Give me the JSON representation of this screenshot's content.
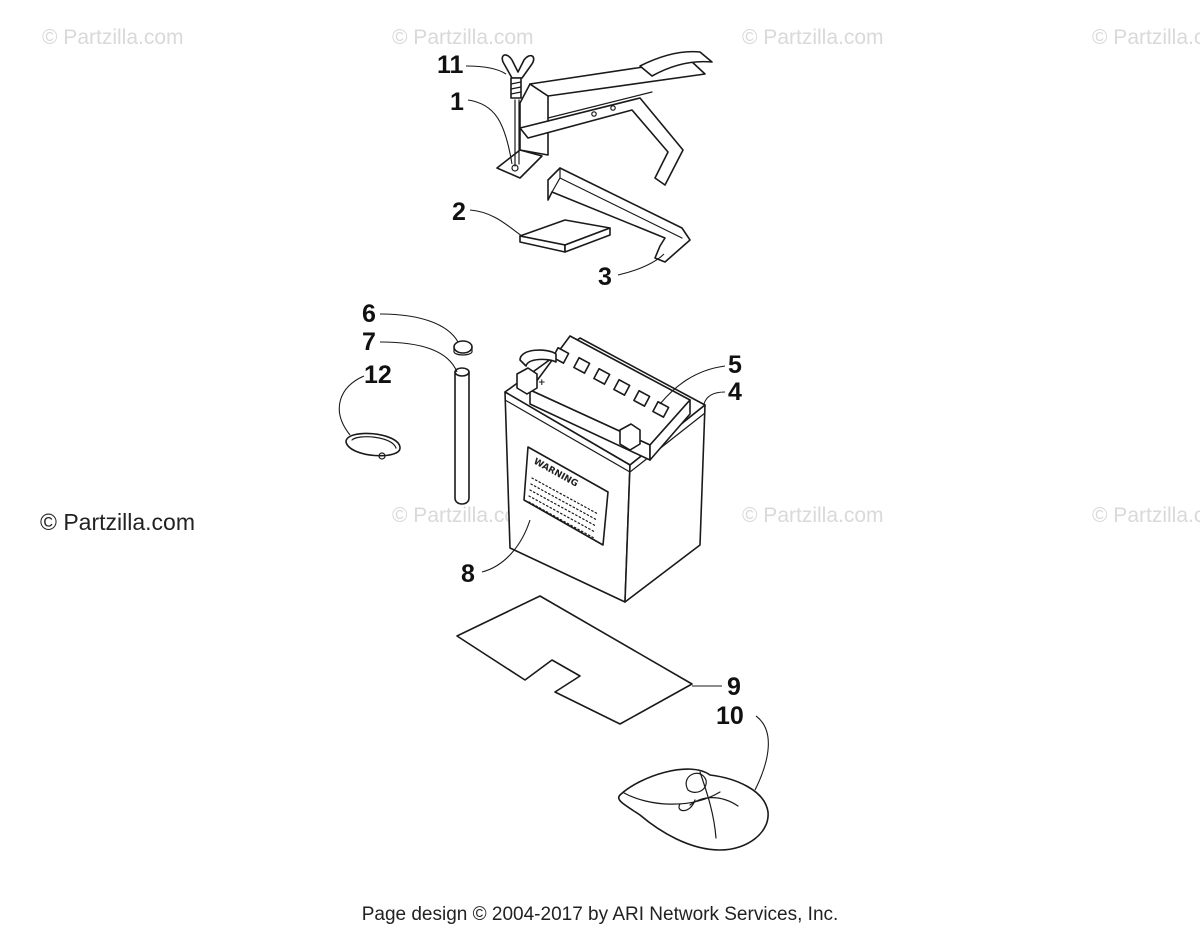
{
  "watermark": {
    "text": "© Partzilla.com"
  },
  "callouts": {
    "c1": "1",
    "c2": "2",
    "c3": "3",
    "c4": "4",
    "c5": "5",
    "c6": "6",
    "c7": "7",
    "c8": "8",
    "c9": "9",
    "c10": "10",
    "c11": "11",
    "c12": "12"
  },
  "battery_label": {
    "title": "WARNING"
  },
  "terminal_sign": "+",
  "footer": {
    "text": "Page design © 2004-2017 by ARI Network Services, Inc."
  },
  "colors": {
    "line": "#1a1a1a",
    "watermark": "#d9d9d9",
    "background": "#ffffff"
  }
}
